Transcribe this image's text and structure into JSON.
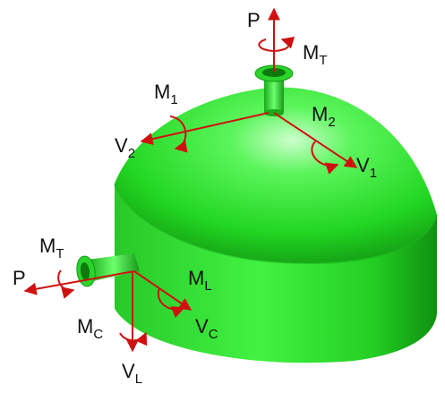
{
  "colors": {
    "vessel": "#2ee82e",
    "vessel_dark": "#16a016",
    "arrow": "#d01010",
    "text": "#111111"
  },
  "labels": {
    "top": {
      "p": "P",
      "mt": {
        "base": "M",
        "sub": "T"
      },
      "m1": {
        "base": "M",
        "sub": "1"
      },
      "m2": {
        "base": "M",
        "sub": "2"
      },
      "v1": {
        "base": "V",
        "sub": "1"
      },
      "v2": {
        "base": "V",
        "sub": "2"
      }
    },
    "side": {
      "p": "P",
      "mt": {
        "base": "M",
        "sub": "T"
      },
      "ml": {
        "base": "M",
        "sub": "L"
      },
      "mc": {
        "base": "M",
        "sub": "C"
      },
      "vc": {
        "base": "V",
        "sub": "C"
      },
      "vl": {
        "base": "V",
        "sub": "L"
      }
    }
  }
}
